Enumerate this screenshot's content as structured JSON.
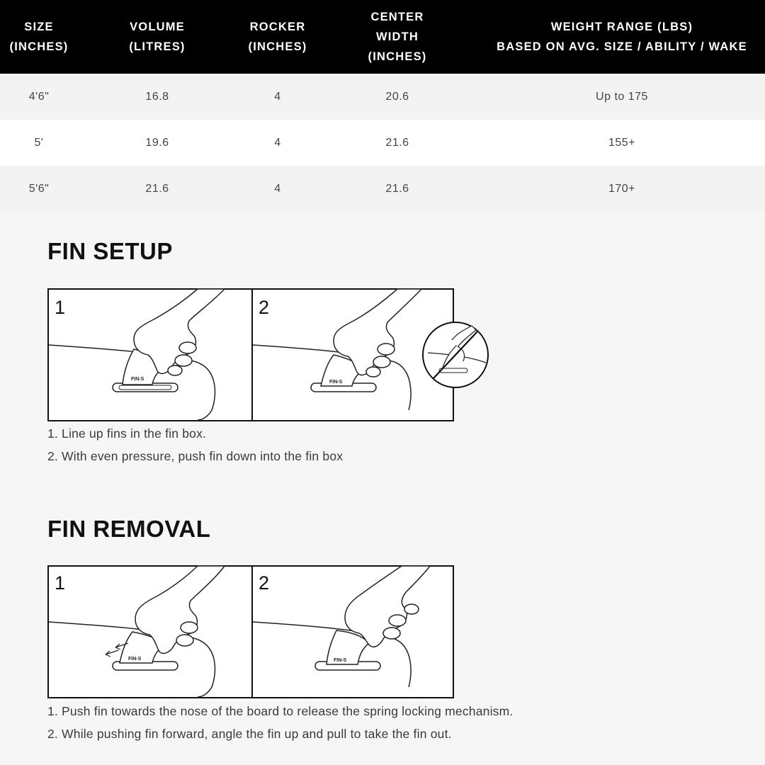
{
  "table": {
    "headers": [
      "SIZE\n(INCHES)",
      "VOLUME\n(LITRES)",
      "ROCKER\n(INCHES)",
      "CENTER\nWIDTH\n(INCHES)",
      "WEIGHT RANGE (LBS)\nBASED ON AVG. SIZE / ABILITY / WAKE"
    ],
    "rows": [
      [
        "4'6\"",
        "16.8",
        "4",
        "20.6",
        "Up to 175"
      ],
      [
        "5'",
        "19.6",
        "4",
        "21.6",
        "155+"
      ],
      [
        "5'6\"",
        "21.6",
        "4",
        "21.6",
        "170+"
      ]
    ]
  },
  "fin_setup": {
    "title": "FIN SETUP",
    "panel_numbers": [
      "1",
      "2"
    ],
    "fin_logo": "FIN-S",
    "steps": [
      "1. Line up fins in the fin box.",
      "2. With even pressure, push fin down into the fin box"
    ]
  },
  "fin_removal": {
    "title": "FIN REMOVAL",
    "panel_numbers": [
      "1",
      "2"
    ],
    "fin_logo": "FIN-S",
    "steps": [
      "1. Push fin towards the nose of the board to release the spring locking mechanism.",
      "2. While pushing fin forward, angle the fin up and pull to take the fin out."
    ]
  }
}
